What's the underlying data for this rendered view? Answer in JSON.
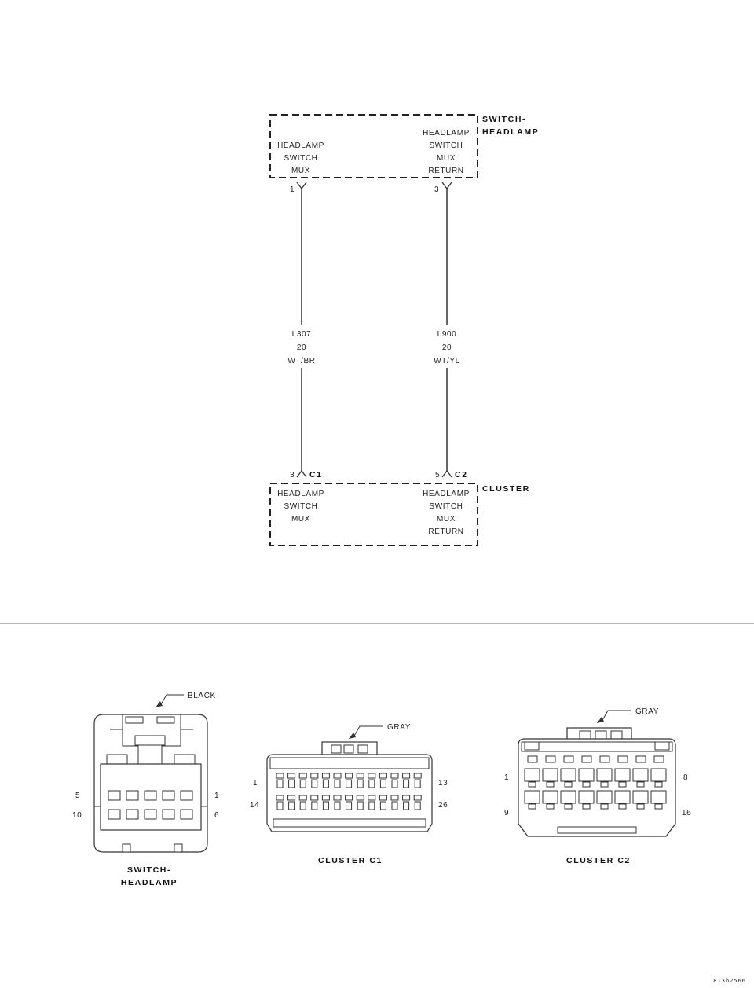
{
  "top_module": {
    "name_line1": "SWITCH-",
    "name_line2": "HEADLAMP",
    "left_pin": "1",
    "left_label": [
      "HEADLAMP",
      "SWITCH",
      "MUX"
    ],
    "right_pin": "3",
    "right_label": [
      "HEADLAMP",
      "SWITCH",
      "MUX",
      "RETURN"
    ]
  },
  "wires": [
    {
      "circuit": "L307",
      "gauge": "20",
      "color": "WT/BR"
    },
    {
      "circuit": "L900",
      "gauge": "20",
      "color": "WT/YL"
    }
  ],
  "bottom_module": {
    "name": "CLUSTER",
    "left_pin": "3",
    "left_connector": "C1",
    "left_label": [
      "HEADLAMP",
      "SWITCH",
      "MUX"
    ],
    "right_pin": "5",
    "right_connector": "C2",
    "right_label": [
      "HEADLAMP",
      "SWITCH",
      "MUX",
      "RETURN"
    ]
  },
  "connector_views": [
    {
      "title_line1": "SWITCH-",
      "title_line2": "HEADLAMP",
      "color": "BLACK",
      "pins_left": [
        "5",
        "10"
      ],
      "pins_right": [
        "1",
        "6"
      ]
    },
    {
      "title_line1": "CLUSTER C1",
      "color": "GRAY",
      "pins_left": [
        "1",
        "14"
      ],
      "pins_right": [
        "13",
        "26"
      ]
    },
    {
      "title_line1": "CLUSTER C2",
      "color": "GRAY",
      "pins_left": [
        "1",
        "9"
      ],
      "pins_right": [
        "8",
        "16"
      ]
    }
  ],
  "figure_code": "813b2566"
}
